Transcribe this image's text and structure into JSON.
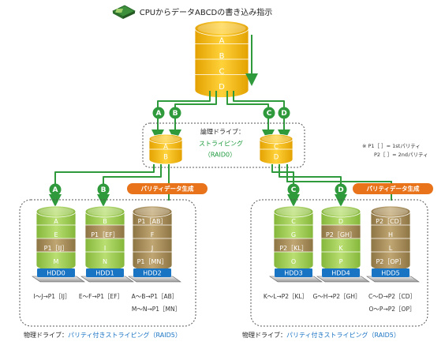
{
  "header": {
    "instruction": "CPUからデータABCDの書き込み指示"
  },
  "source_stack": [
    "A",
    "B",
    "C",
    "D"
  ],
  "routes": {
    "top_left": [
      "A",
      "B"
    ],
    "top_right": [
      "C",
      "D"
    ],
    "bottom_left": [
      "A",
      "B"
    ],
    "bottom_right": [
      "C",
      "D"
    ]
  },
  "logical_drive": {
    "title": "論理ドライブ：",
    "mode": "ストライピング",
    "raid": "（RAID0）",
    "left_stack": [
      "A",
      "B"
    ],
    "right_stack": [
      "C",
      "D"
    ]
  },
  "parity_legend": {
    "line1": "※ P1［ ］= 1stパリティ",
    "line2": "P2［ ］= 2ndパリティ"
  },
  "parity_badge": "パリティデータ生成",
  "hdds": [
    {
      "name": "HDD0",
      "segments": [
        "A",
        "E",
        "P1［IJ］",
        "M"
      ],
      "colors": [
        "green",
        "green",
        "olive",
        "green"
      ]
    },
    {
      "name": "HDD1",
      "segments": [
        "B",
        "P1［EF］",
        "I",
        "N"
      ],
      "colors": [
        "green",
        "olive",
        "green",
        "green"
      ]
    },
    {
      "name": "HDD2",
      "segments": [
        "P1［AB］",
        "F",
        "J",
        "P1［MN］"
      ],
      "colors": [
        "olive",
        "olive",
        "olive",
        "olive"
      ]
    },
    {
      "name": "HDD3",
      "segments": [
        "C",
        "G",
        "P2［KL］",
        "O"
      ],
      "colors": [
        "green",
        "green",
        "olive",
        "green"
      ]
    },
    {
      "name": "HDD4",
      "segments": [
        "D",
        "P2［GH］",
        "K",
        "P"
      ],
      "colors": [
        "green",
        "olive",
        "green",
        "green"
      ]
    },
    {
      "name": "HDD5",
      "segments": [
        "P2［CD］",
        "H",
        "L",
        "P2［OP］"
      ],
      "colors": [
        "olive",
        "olive",
        "olive",
        "olive"
      ]
    }
  ],
  "parity_formulas_left": [
    "I～J→P1［IJ］",
    "E～F→P1［EF］",
    "A～B→P1［AB］",
    "M～N→P1［MN］"
  ],
  "parity_formulas_right": [
    "K～L→P2［KL］",
    "G～H→P2［GH］",
    "C～D→P2［CD］",
    "O～P→P2［OP］"
  ],
  "captions": {
    "left_prefix": "物理ドライブ：",
    "left_value": "パリティ付きストライピング（RAID5）",
    "right_prefix": "物理ドライブ：",
    "right_value": "パリティ付きストライピング（RAID5）"
  },
  "colors": {
    "route_green": "#2e9a3c",
    "disk_yellow": "#f2b400",
    "hdd_green": "#9bc94a",
    "hdd_olive": "#a48a55",
    "hdd_label_blue": "#1a74c4",
    "badge_orange": "#e8731a",
    "caption_blue": "#1a74c4",
    "mode_green": "#1d9a3c"
  }
}
